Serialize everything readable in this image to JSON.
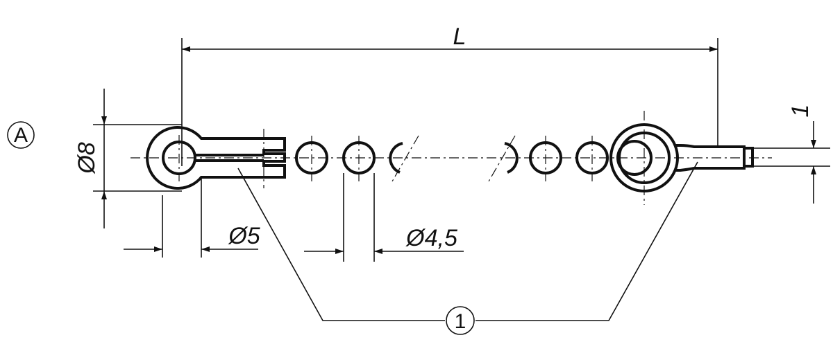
{
  "view_label": "A",
  "dimensions": {
    "length": "L",
    "eye_diameter": "Ø8",
    "pin_diameter": "Ø5",
    "ball_diameter": "Ø4,5",
    "offset": "1"
  },
  "callout": "1"
}
